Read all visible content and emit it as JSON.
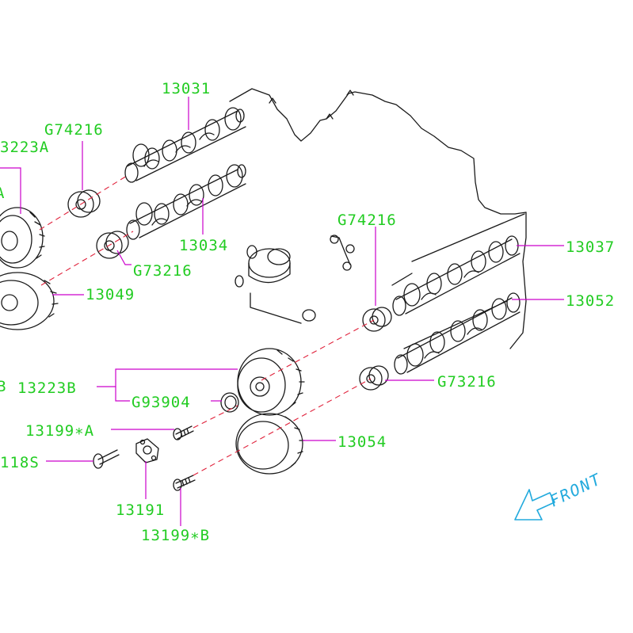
{
  "colors": {
    "label": "#22cc22",
    "leader": "#cc00cc",
    "dash": "#e0203a",
    "line": "#1a1a1a",
    "front": "#22aadd"
  },
  "labels": {
    "p13031": "13031",
    "g74216_top": "G74216",
    "p13223A": "3223A",
    "p13034": "13034",
    "g73216_left": "G73216",
    "p13049": "13049",
    "g74216_right": "G74216",
    "p13037": "13037",
    "p13052": "13052",
    "p13223B": "13223B",
    "g93904": "G93904",
    "p13199A": "13199∗A",
    "p118S": "118S",
    "p13191": "13191",
    "p13199B": "13199∗B",
    "p13054": "13054",
    "g73216_right": "G73216",
    "left_b": "B",
    "left_a": "A"
  },
  "front": {
    "label": "FRONT",
    "icon": "front-arrow-icon"
  }
}
